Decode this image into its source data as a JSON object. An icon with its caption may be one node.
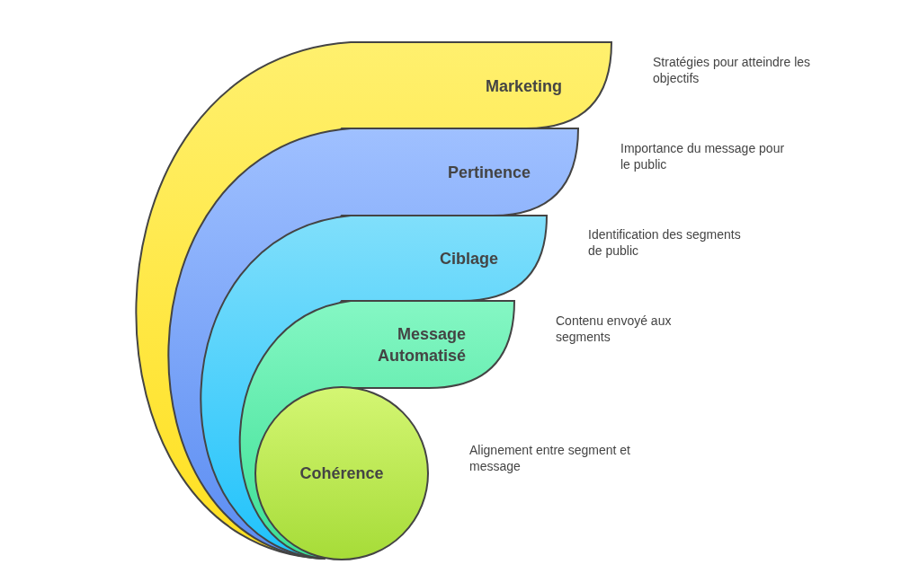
{
  "diagram": {
    "nodes": [
      {
        "text": [
          "Marketing"
        ],
        "beside": [
          "Stratégies pour atteindre les objectifs"
        ]
      },
      {
        "text": [
          "Pertinence"
        ]
      },
      {
        "text": [
          "Ciblage"
        ]
      },
      {
        "text": [
          "Message Automatisé"
        ]
      },
      {
        "text": [
          "Cohérence"
        ]
      }
    ],
    "labels": [
      "Importance du message pour le public",
      "Identification des segments de public",
      "Contenu envoyé aux segments",
      "Alignement entre segment et message"
    ]
  }
}
